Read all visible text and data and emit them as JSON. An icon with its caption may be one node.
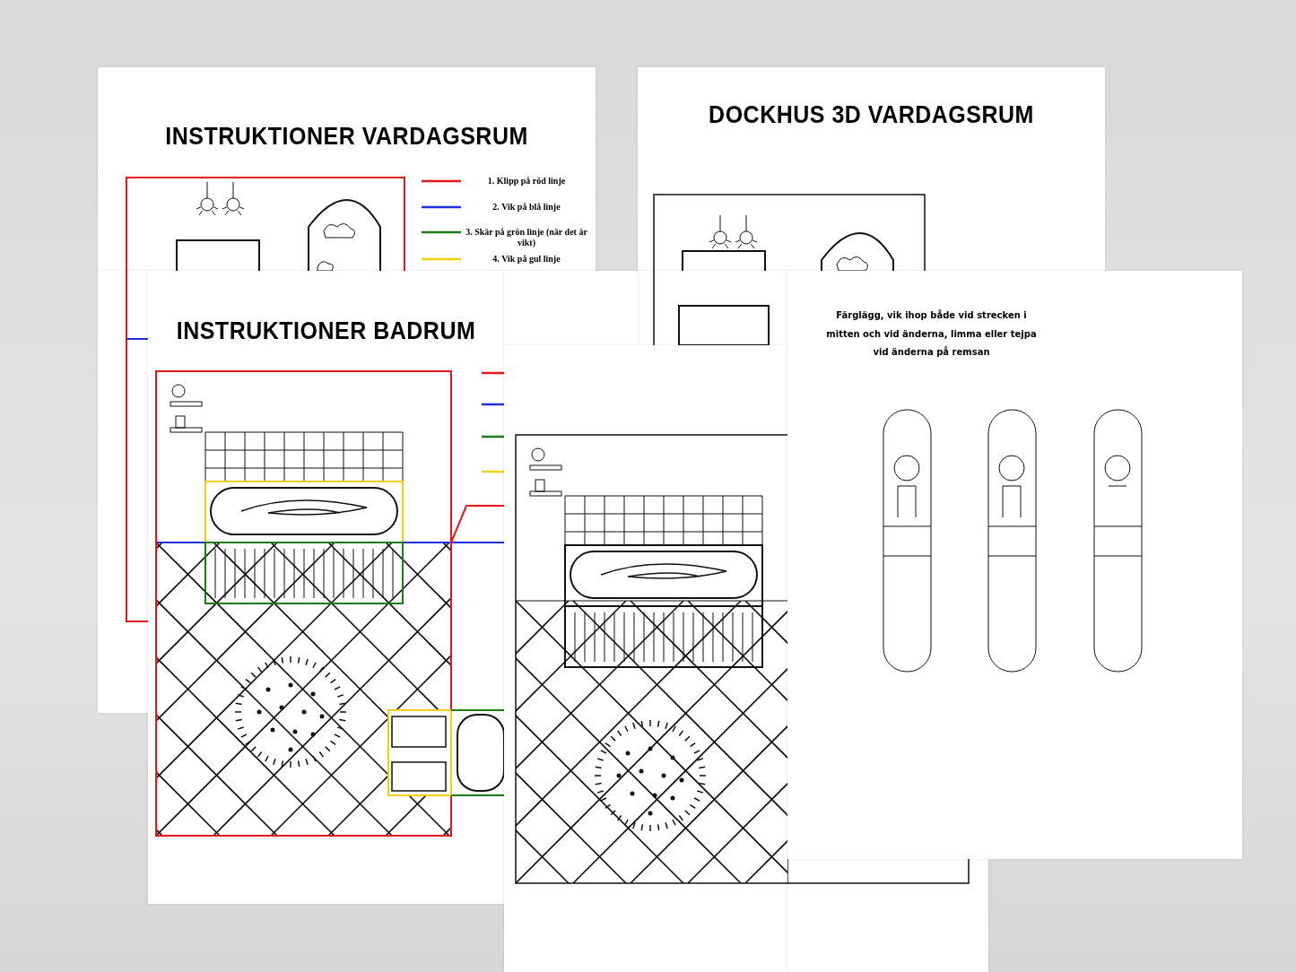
{
  "diagram": {
    "nodes": [
      {
        "text": [
          "INSTRUKTIONER VARDAGSRUM"
        ]
      },
      {
        "text": [
          "DOCKHUS 3D VARDAGSRUM"
        ]
      },
      {
        "text": [
          "INSTRUKTIONER BADRUM"
        ]
      },
      {
        "text": [],
        "shape": "box"
      },
      {
        "text": [
          "Färglägg, vik ihop både vid strecken i mitten och vid änderna, limma eller tejpa vid änderna på remsan"
        ]
      }
    ],
    "legend": [
      {
        "text": "1. Klipp på röd linje"
      },
      {
        "text": "2. Vik på blå linje"
      },
      {
        "text": "3. Skär på grön linje (när det är vikt)"
      },
      {
        "text": "4. Vik på gul linje"
      }
    ]
  }
}
